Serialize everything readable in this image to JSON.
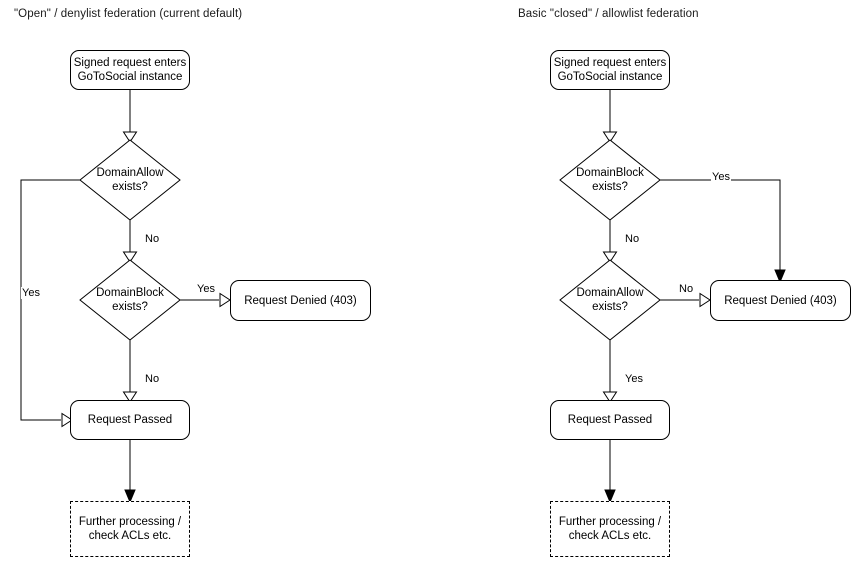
{
  "diagram": {
    "type": "flowchart",
    "title": "GoToSocial federation request handling",
    "background": "#ffffff",
    "line_color": "#000000",
    "text_color": "#000000",
    "panels": [
      {
        "id": "open",
        "title": "\"Open\" / denylist federation (current default)",
        "nodes": [
          {
            "id": "entry-left",
            "shape": "rounded-rect",
            "label": "Signed request enters\nGoToSocial instance",
            "line1": "Signed request enters",
            "line2": "GoToSocial instance"
          },
          {
            "id": "allow-left",
            "shape": "diamond",
            "label": "DomainAllow exists?",
            "line1": "DomainAllow",
            "line2": "exists?"
          },
          {
            "id": "block-left",
            "shape": "diamond",
            "label": "DomainBlock exists?",
            "line1": "DomainBlock",
            "line2": "exists?"
          },
          {
            "id": "denied-left",
            "shape": "rounded-rect",
            "label": "Request Denied (403)",
            "line1": "Request Denied (403)",
            "line2": ""
          },
          {
            "id": "passed-left",
            "shape": "rounded-rect",
            "label": "Request Passed",
            "line1": "Request Passed",
            "line2": ""
          },
          {
            "id": "further-left",
            "shape": "dashed-rect",
            "label": "Further processing /\ncheck ACLs etc.",
            "line1": "Further processing /",
            "line2": "check ACLs etc."
          }
        ],
        "edges": [
          {
            "from": "entry-left",
            "to": "allow-left",
            "label": "",
            "arrow": "open"
          },
          {
            "from": "allow-left",
            "to": "passed-left",
            "label": "Yes",
            "arrow": "open"
          },
          {
            "from": "allow-left",
            "to": "block-left",
            "label": "No",
            "arrow": "open"
          },
          {
            "from": "block-left",
            "to": "denied-left",
            "label": "Yes",
            "arrow": "open"
          },
          {
            "from": "block-left",
            "to": "passed-left",
            "label": "No",
            "arrow": "open"
          },
          {
            "from": "passed-left",
            "to": "further-left",
            "label": "",
            "arrow": "solid"
          }
        ]
      },
      {
        "id": "closed",
        "title": "Basic \"closed\" / allowlist federation",
        "nodes": [
          {
            "id": "entry-right",
            "shape": "rounded-rect",
            "label": "Signed request enters\nGoToSocial instance",
            "line1": "Signed request enters",
            "line2": "GoToSocial instance"
          },
          {
            "id": "block-right",
            "shape": "diamond",
            "label": "DomainBlock exists?",
            "line1": "DomainBlock",
            "line2": "exists?"
          },
          {
            "id": "allow-right",
            "shape": "diamond",
            "label": "DomainAllow exists?",
            "line1": "DomainAllow",
            "line2": "exists?"
          },
          {
            "id": "denied-right",
            "shape": "rounded-rect",
            "label": "Request Denied (403)",
            "line1": "Request Denied (403)",
            "line2": ""
          },
          {
            "id": "passed-right",
            "shape": "rounded-rect",
            "label": "Request Passed",
            "line1": "Request Passed",
            "line2": ""
          },
          {
            "id": "further-right",
            "shape": "dashed-rect",
            "label": "Further processing /\ncheck ACLs etc.",
            "line1": "Further processing /",
            "line2": "check ACLs etc."
          }
        ],
        "edges": [
          {
            "from": "entry-right",
            "to": "block-right",
            "label": "",
            "arrow": "open"
          },
          {
            "from": "block-right",
            "to": "denied-right",
            "label": "Yes",
            "arrow": "solid"
          },
          {
            "from": "block-right",
            "to": "allow-right",
            "label": "No",
            "arrow": "open"
          },
          {
            "from": "allow-right",
            "to": "denied-right",
            "label": "No",
            "arrow": "open"
          },
          {
            "from": "allow-right",
            "to": "passed-right",
            "label": "Yes",
            "arrow": "open"
          },
          {
            "from": "passed-right",
            "to": "further-right",
            "label": "",
            "arrow": "solid"
          }
        ]
      }
    ]
  }
}
